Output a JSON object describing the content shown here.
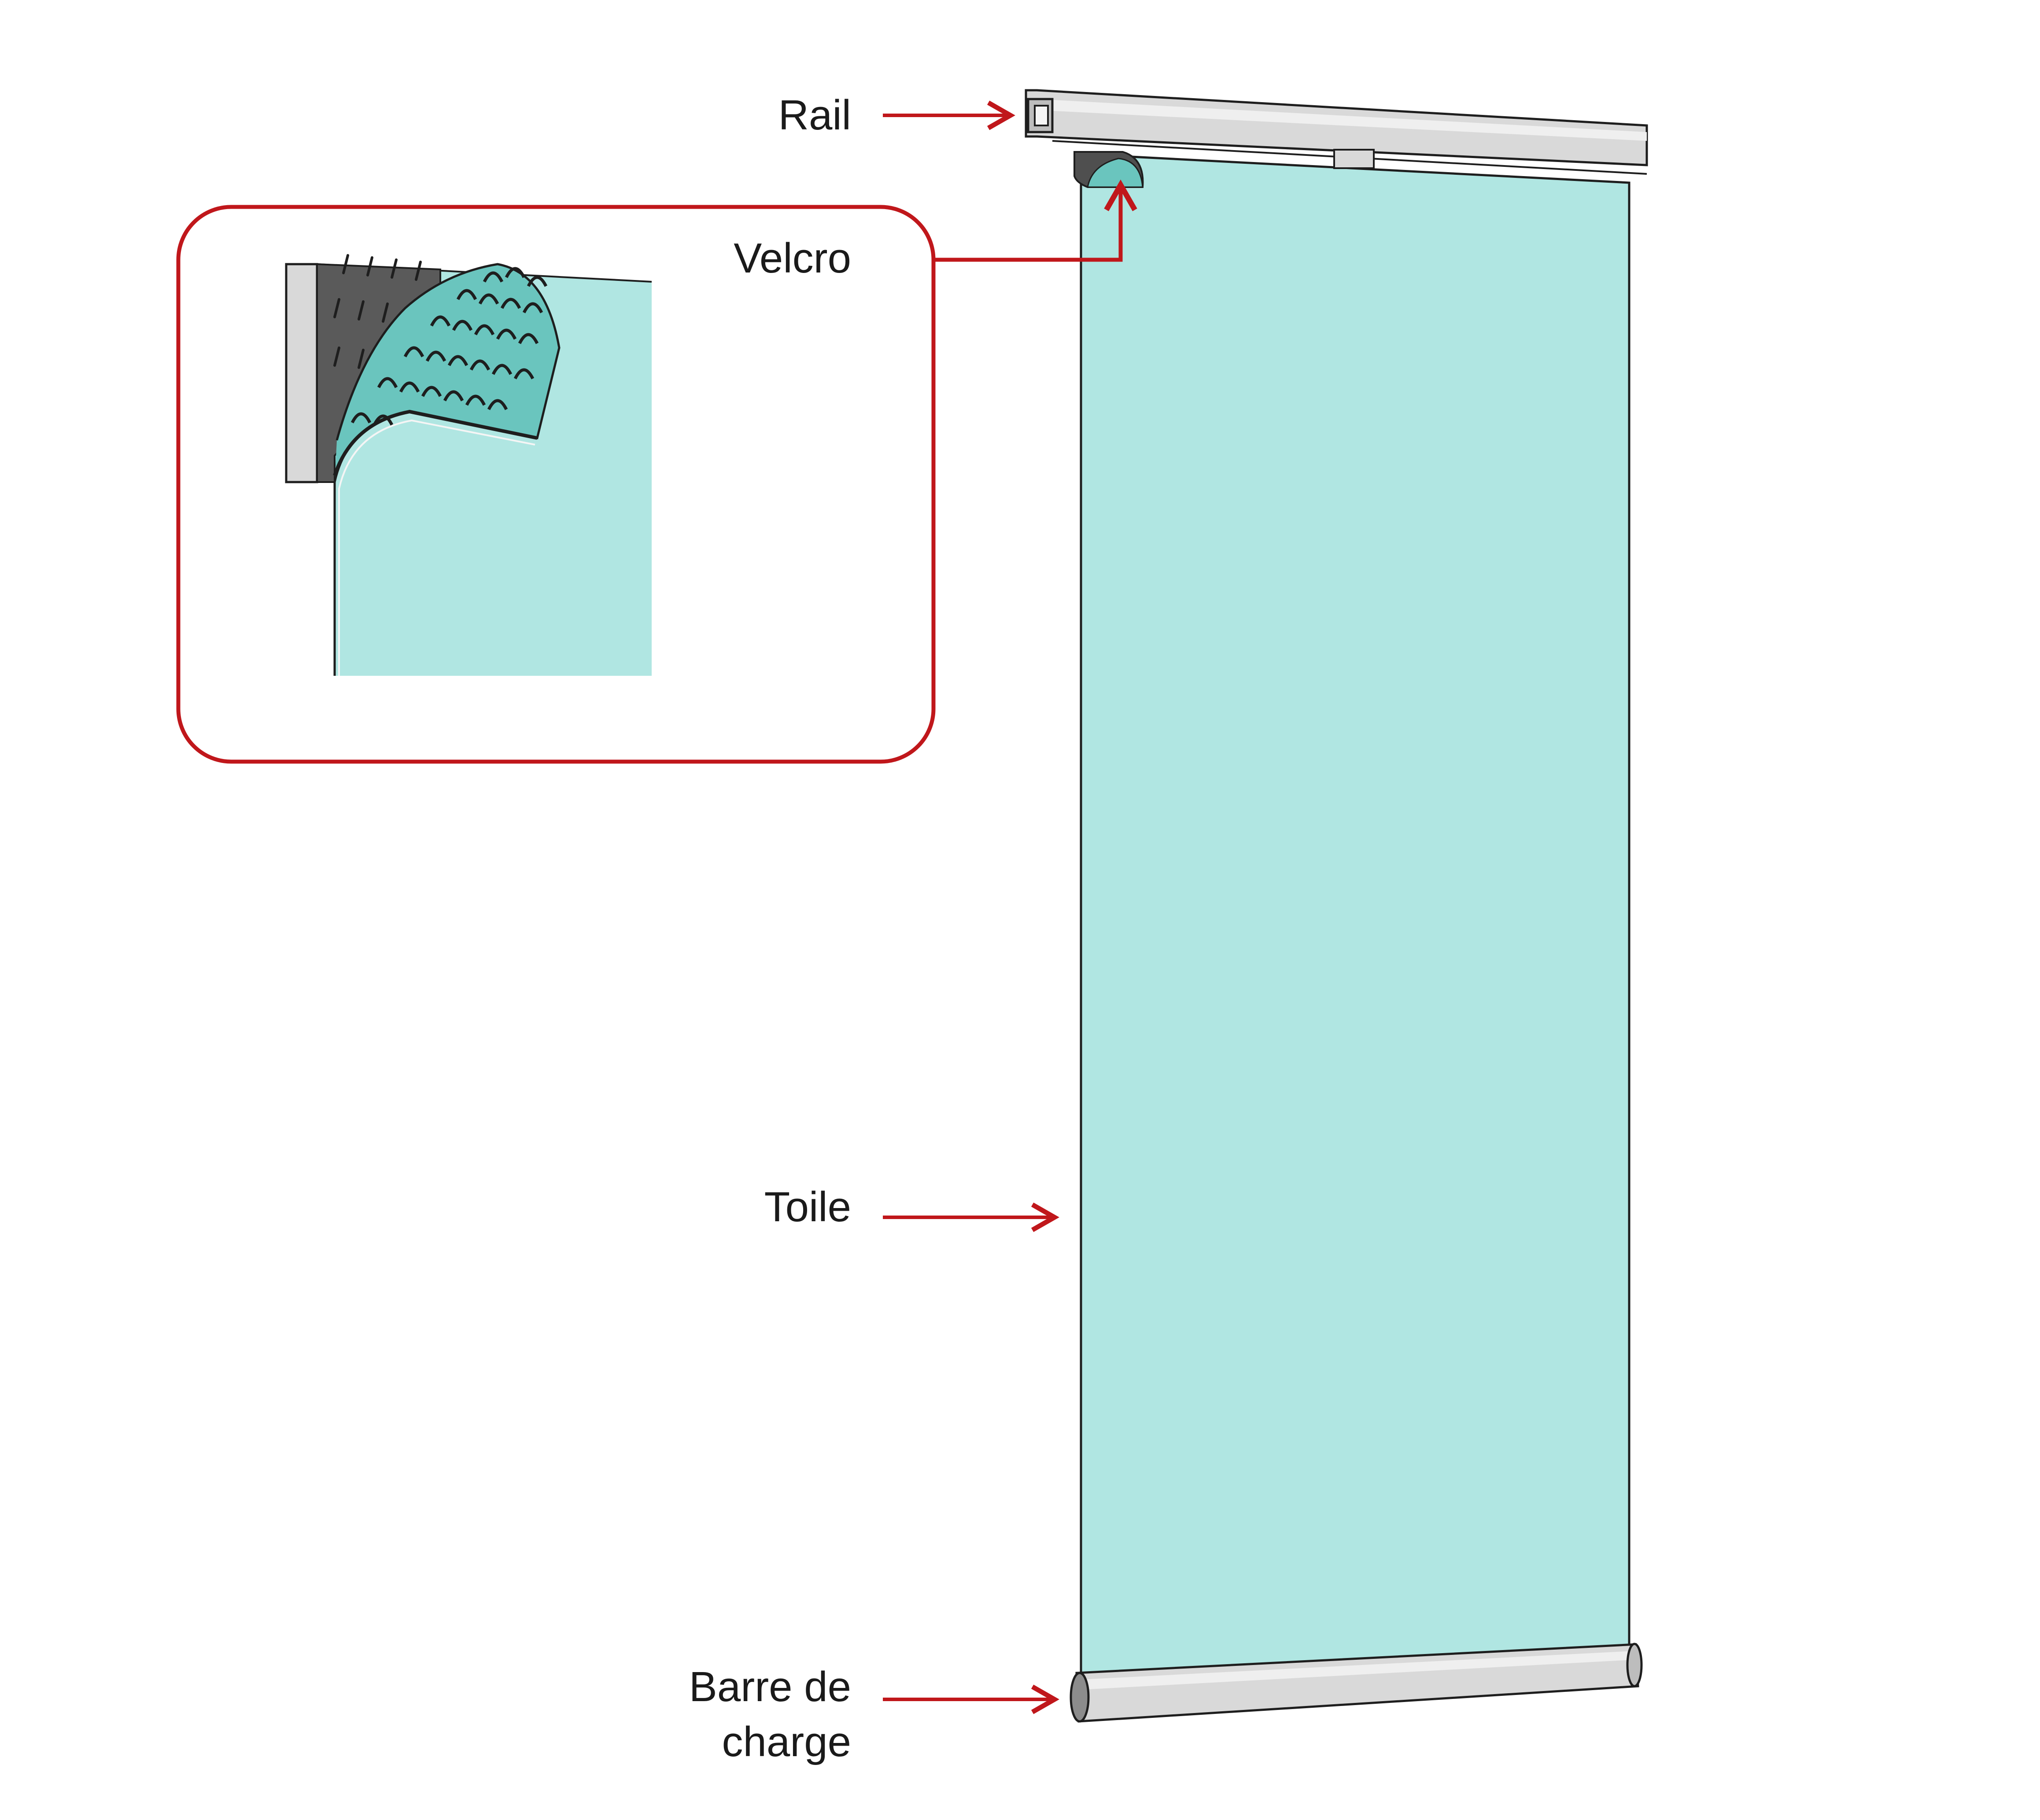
{
  "labels": {
    "rail": "Rail",
    "velcro": "Velcro",
    "toile": "Toile",
    "barre_line1": "Barre de",
    "barre_line2": "charge"
  },
  "colors": {
    "fabric": "#b0e6e2",
    "fabric_dark": "#6ac5be",
    "metal": "#d9d9d9",
    "metal_light": "#efefef",
    "velcro_dark": "#5a5a5a",
    "callout": "#c0171b",
    "outline": "#1e1e1e"
  },
  "icons": [
    "rail-icon",
    "velcro-detail-icon",
    "fabric-panel-icon",
    "bottom-bar-icon"
  ]
}
